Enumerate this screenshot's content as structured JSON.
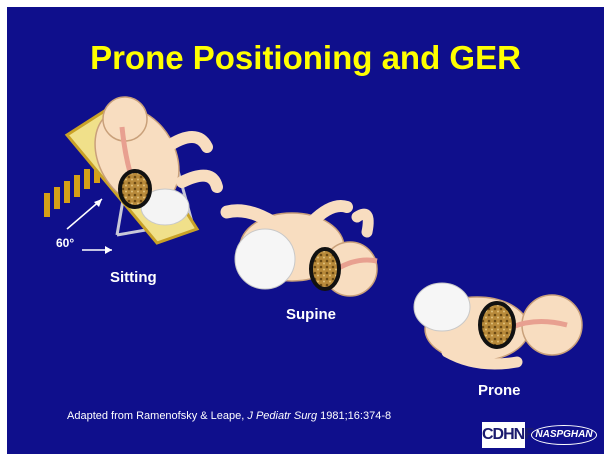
{
  "title": "Prone Positioning and GER",
  "labels": {
    "sitting": "Sitting",
    "supine": "Supine",
    "prone": "Prone",
    "angle": "60°"
  },
  "citation": {
    "prefix": "Adapted from Ramenofsky & Leape, ",
    "journal": "J Pediatr Surg",
    "suffix": " 1981;16:374-8"
  },
  "logos": {
    "cdhnf": "CDHNF",
    "naspghan": "NASPGHAN"
  },
  "colors": {
    "background": "#0f0f8c",
    "title": "#ffff00",
    "skin": "#f8ddc0"
  },
  "icons": [
    "infant-sitting-illustration",
    "infant-supine-illustration",
    "infant-prone-illustration"
  ]
}
